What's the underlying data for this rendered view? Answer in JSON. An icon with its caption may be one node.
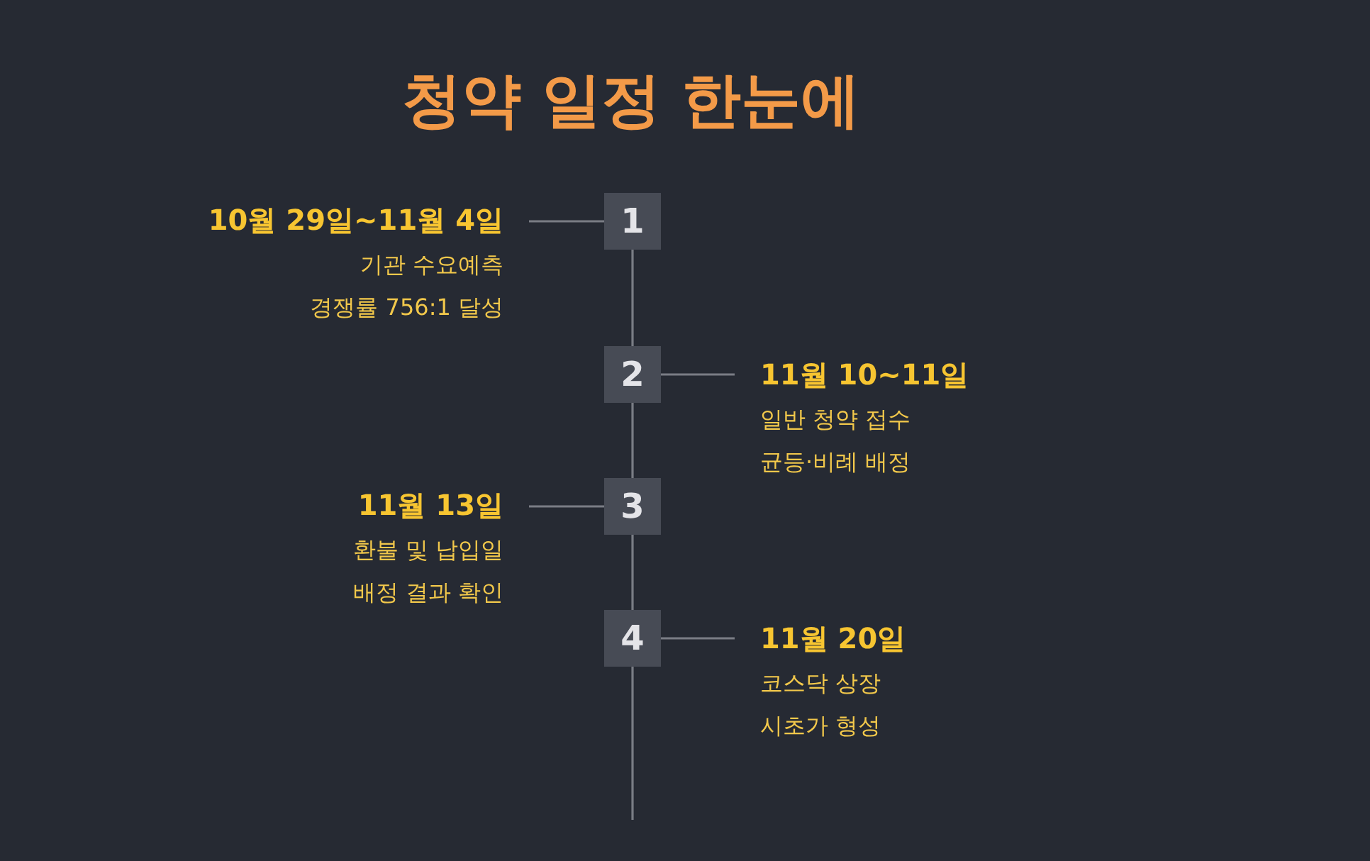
{
  "diagram": {
    "title": "청약 일정 한눈에",
    "nodes": [
      {
        "text": [
          "10월 29일~11월 4일",
          "기관 수요예측",
          "경쟁률 756:1 달성"
        ]
      },
      {
        "text": [
          "1"
        ]
      },
      {
        "text": [
          "2"
        ]
      },
      {
        "text": [
          "11월 10~11일",
          "일반 청약 접수",
          "균등·비례 배정"
        ]
      },
      {
        "text": [
          "11월 13일",
          "환불 및 납입일",
          "배정 결과 확인"
        ]
      },
      {
        "text": [
          "3"
        ]
      },
      {
        "text": [
          "4"
        ]
      },
      {
        "text": [
          "11월 20일",
          "코스닥 상장",
          "시초가 형성"
        ]
      }
    ],
    "edges": [
      {
        "from": 0,
        "to": 1,
        "arrow": "none"
      },
      {
        "from": 1,
        "to": 2,
        "arrow": "none"
      },
      {
        "from": 2,
        "to": 3,
        "arrow": "none"
      },
      {
        "from": 2,
        "to": 5,
        "arrow": "none"
      },
      {
        "from": 4,
        "to": 5,
        "arrow": "none"
      },
      {
        "from": 5,
        "to": 6,
        "arrow": "none"
      },
      {
        "from": 6,
        "to": 7,
        "arrow": "none"
      },
      {
        "from": 6,
        "to": null,
        "arrow": "none"
      }
    ]
  }
}
